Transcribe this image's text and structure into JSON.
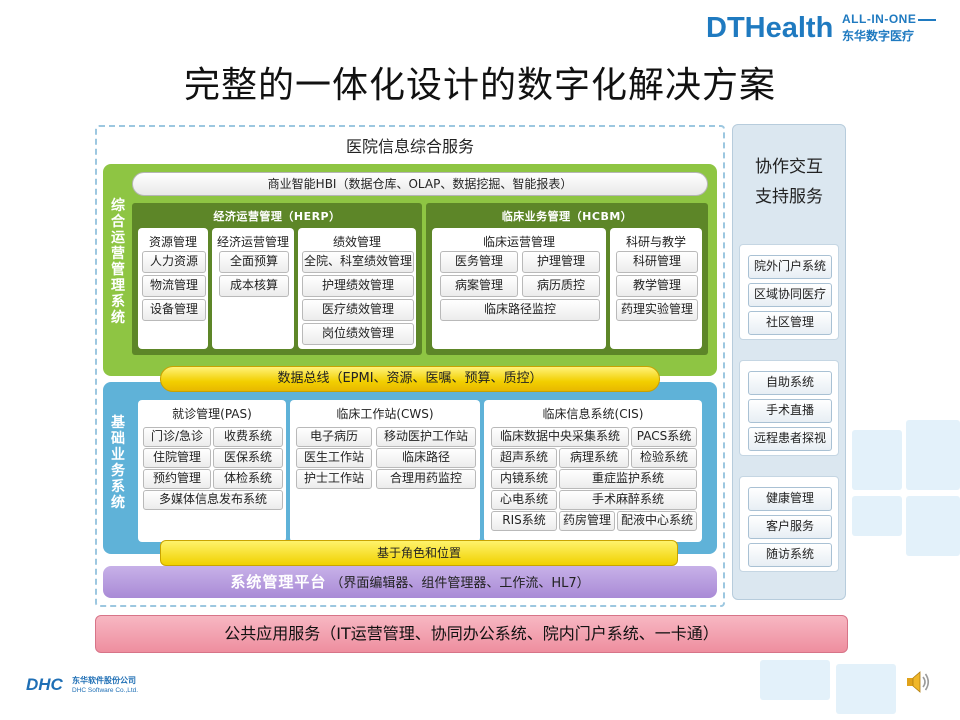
{
  "header": {
    "logo_left": "DTHealth",
    "logo_tagline": "ALL-IN-ONE",
    "logo_cn": "东华数字医疗"
  },
  "title": "完整的一体化设计的数字化解决方案",
  "main": {
    "service_title": "医院信息综合服务",
    "hbi": "商业智能HBI（数据仓库、OLAP、数据挖掘、智能报表）",
    "green_side_label": "综合运营管理系统",
    "herp": {
      "head": "经济运营管理（HERP）",
      "columns": [
        {
          "title": "资源管理",
          "items": [
            "人力资源",
            "物流管理",
            "设备管理"
          ]
        },
        {
          "title": "经济运营管理",
          "items": [
            "全面预算",
            "成本核算"
          ]
        },
        {
          "title": "绩效管理",
          "items": [
            "全院、科室绩效管理",
            "护理绩效管理",
            "医疗绩效管理",
            "岗位绩效管理"
          ]
        }
      ]
    },
    "hcbm": {
      "head": "临床业务管理（HCBM）",
      "clinical": {
        "title": "临床运营管理",
        "items": [
          "医务管理",
          "护理管理",
          "病案管理",
          "病历质控",
          "临床路径监控"
        ]
      },
      "research": {
        "title": "科研与教学",
        "items": [
          "科研管理",
          "教学管理",
          "药理实验管理"
        ]
      }
    },
    "bus": "数据总线（EPMI、资源、医嘱、预算、质控）",
    "blue_side_label": "基础业务系统",
    "pas": {
      "title": "就诊管理(PAS)",
      "items": [
        "门诊/急诊",
        "收费系统",
        "住院管理",
        "医保系统",
        "预约管理",
        "体检系统",
        "多媒体信息发布系统"
      ]
    },
    "cws": {
      "title": "临床工作站(CWS)",
      "items": [
        "电子病历",
        "移动医护工作站",
        "医生工作站",
        "临床路径",
        "护士工作站",
        "合理用药监控"
      ]
    },
    "cis": {
      "title": "临床信息系统(CIS)",
      "items": [
        "临床数据中央采集系统",
        "PACS系统",
        "超声系统",
        "病理系统",
        "检验系统",
        "内镜系统",
        "重症监护系统",
        "心电系统",
        "手术麻醉系统",
        "RIS系统",
        "药房管理",
        "配液中心系统"
      ]
    },
    "role_bar": "基于角色和位置",
    "sys_main": "系统管理平台",
    "sys_sub": "（界面编辑器、组件管理器、工作流、HL7）"
  },
  "right": {
    "title_line1": "协作交互",
    "title_line2": "支持服务",
    "groups": [
      [
        "院外门户系统",
        "区域协同医疗",
        "社区管理"
      ],
      [
        "自助系统",
        "手术直播",
        "远程患者探视"
      ],
      [
        "健康管理",
        "客户服务",
        "随访系统"
      ]
    ]
  },
  "public": "公共应用服务（IT运营管理、协同办公系统、院内门户系统、一卡通）",
  "footer": {
    "dhc_logo": "DHC",
    "dhc_cn": "东华软件股份公司",
    "dhc_en": "DHC Software Co.,Ltd."
  },
  "colors": {
    "green": "#8ec543",
    "dark_green": "#5d8628",
    "blue": "#5fb2d8",
    "yellow": "#f2cf00",
    "purple": "#a98ad6",
    "pink": "#ee8e9f",
    "brand_blue": "#1f7ac0"
  },
  "icons": [
    "speaker-icon"
  ]
}
